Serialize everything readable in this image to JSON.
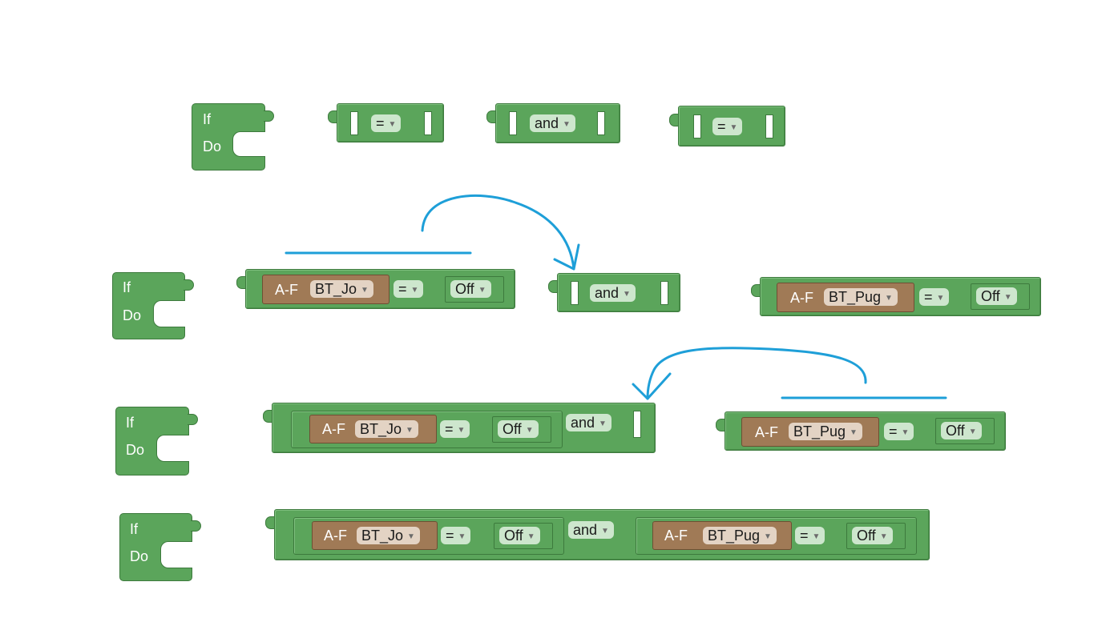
{
  "if_block": {
    "if_label": "If",
    "do_label": "Do"
  },
  "ops": {
    "eq": "=",
    "and": "and",
    "off": "Off",
    "af": "A-F",
    "jo": "BT_Jo",
    "pug": "BT_Pug"
  },
  "annotation_color": "#1e9fd8",
  "block_colors": {
    "logic_green": "#5ba55b",
    "device_brown": "#a07a56"
  },
  "icons": [
    "chevron-down-icon"
  ]
}
